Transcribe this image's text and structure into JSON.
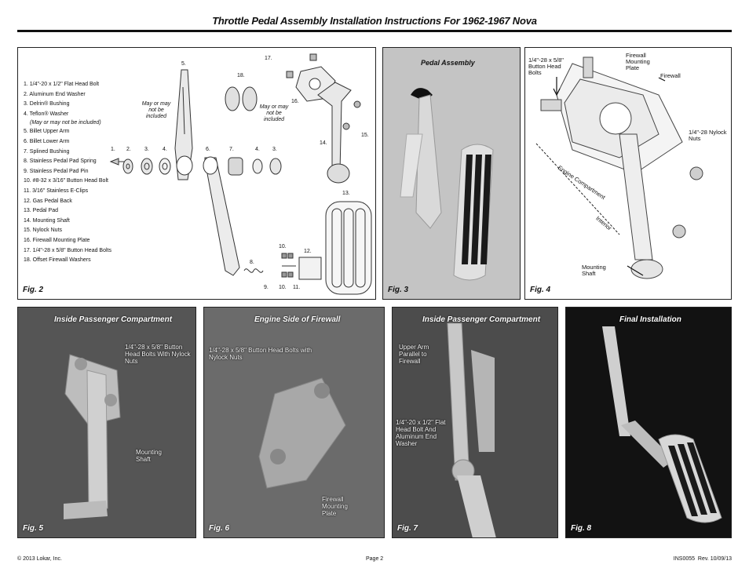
{
  "title": "Throttle Pedal Assembly Installation Instructions For 1962-1967 Nova",
  "fig2": {
    "label": "Fig. 2",
    "parts": [
      "1. 1/4\"-20 x 1/2\" Flat Head Bolt",
      "2. Aluminum End Washer",
      "3. Delrin® Bushing",
      "4. Teflon® Washer",
      "(May or may not be included)",
      "5. Billet Upper Arm",
      "6. Billet Lower Arm",
      "7. Splined Bushing",
      "8. Stainless Pedal Pad Spring",
      "9. Stainless Pedal Pad Pin",
      "10. #8-32 x 3/16\" Button Head Bolt",
      "11. 3/16\" Stainless E-Clips",
      "12. Gas Pedal Back",
      "13. Pedal Pad",
      "14. Mounting Shaft",
      "15. Nylock Nuts",
      "16. Firewall Mounting Plate",
      "17. 1/4\"-28 x 5/8\" Button Head Bolts",
      "18. Offset Firewall Washers"
    ],
    "callouts": {
      "n1": "1.",
      "n2": "2.",
      "n3": "3.",
      "n4": "4.",
      "n5": "5.",
      "n6": "6.",
      "n7": "7.",
      "n4b": "4.",
      "n3b": "3.",
      "n8": "8.",
      "n9": "9.",
      "n10": "10.",
      "n10b": "10.",
      "n11": "11.",
      "n12": "12.",
      "n13": "13.",
      "n14": "14.",
      "n15": "15.",
      "n16": "16.",
      "n17": "17.",
      "n18": "18.",
      "maybe1": "May or may not be included",
      "maybe2": "May or may not be included"
    }
  },
  "fig3": {
    "label": "Fig. 3",
    "caption": "Pedal Assembly"
  },
  "fig4": {
    "label": "Fig. 4",
    "bolts": "1/4\"-28 x 5/8\" Button Head Bolts",
    "plate": "Firewall Mounting Plate",
    "firewall": "Firewall",
    "nuts": "1/4\"-28 Nylock Nuts",
    "engine": "Engine Compartment",
    "interior": "Interior",
    "shaft": "Mounting Shaft"
  },
  "fig5": {
    "label": "Fig. 5",
    "caption": "Inside Passenger Compartment",
    "bolts": "1/4\"-28 x 5/8\" Button Head Bolts With Nylock Nuts",
    "shaft": "Mounting Shaft"
  },
  "fig6": {
    "label": "Fig. 6",
    "caption": "Engine Side of Firewall",
    "bolts": "1/4\"-28 x 5/8\" Button Head Bolts with Nylock Nuts",
    "plate": "Firewall Mounting Plate"
  },
  "fig7": {
    "label": "Fig. 7",
    "caption": "Inside Passenger Compartment",
    "arm": "Upper Arm Parallel to Firewall",
    "bolt": "1/4\"-20 x 1/2\" Flat Head Bolt And Aluminum End Washer"
  },
  "fig8": {
    "label": "Fig. 8",
    "caption": "Final Installation"
  },
  "footer": {
    "copyright": "© 2013 Lokar, Inc.",
    "page": "Page 2",
    "doc": "INS0055  Rev. 10/09/13"
  }
}
